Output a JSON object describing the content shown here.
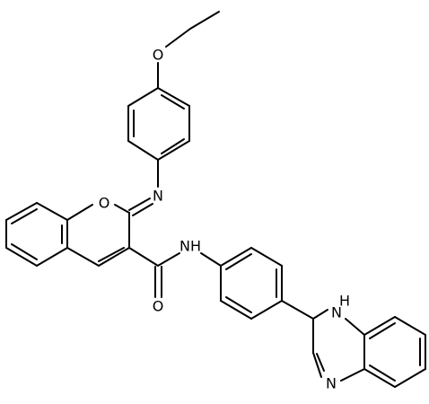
{
  "colors": {
    "background": "#ffffff",
    "ink": "#000000"
  },
  "atoms": {
    "ether_oxygen": "O",
    "ring_oxygen": "O",
    "imine_nitrogen": "N",
    "amide_nh": "NH",
    "carbonyl_oxygen": "O",
    "benzimidazole_nh": "H",
    "benzimidazole_nh_n": "N",
    "benzimidazole_n": "N"
  }
}
